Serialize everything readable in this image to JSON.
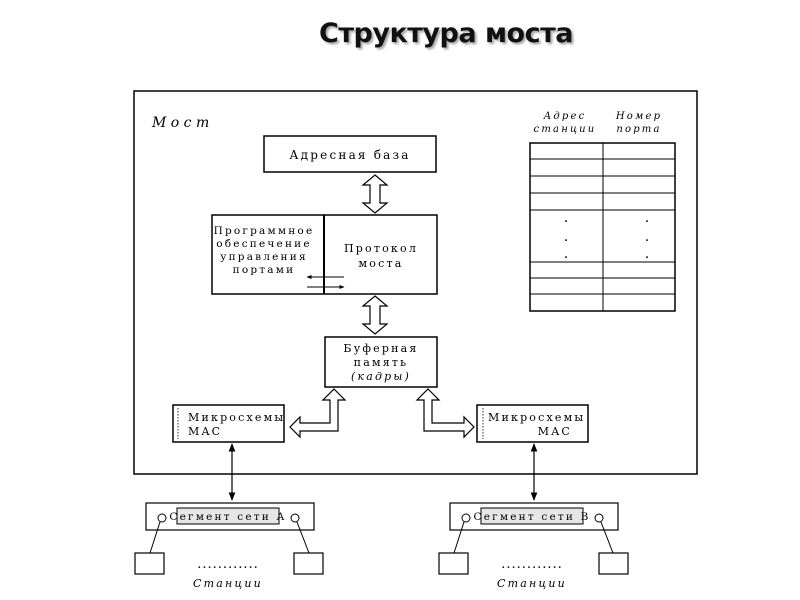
{
  "title": "Структура моста",
  "diagram": {
    "bridge_label": "М о с т",
    "address_base": "Адресная база",
    "software_lines": [
      "Программное",
      "обеспечение",
      "управления",
      "портами"
    ],
    "protocol_lines": [
      "Протокол",
      "моста"
    ],
    "buffer_lines": [
      "Буферная",
      "память"
    ],
    "buffer_frames": "(кадры)",
    "mac_left_lines": [
      "Микросхемы",
      "MAC"
    ],
    "mac_right_lines": [
      "Микросхемы",
      "MAC"
    ],
    "table_header_address": [
      "Адрес",
      "станции"
    ],
    "table_header_port": [
      "Номер",
      "порта"
    ],
    "ellipsis_dot": ".",
    "segment_a": "Сегмент сети А",
    "segment_b": "Сегмент сети В",
    "stations_dots": "............",
    "stations_label": "Станции"
  }
}
